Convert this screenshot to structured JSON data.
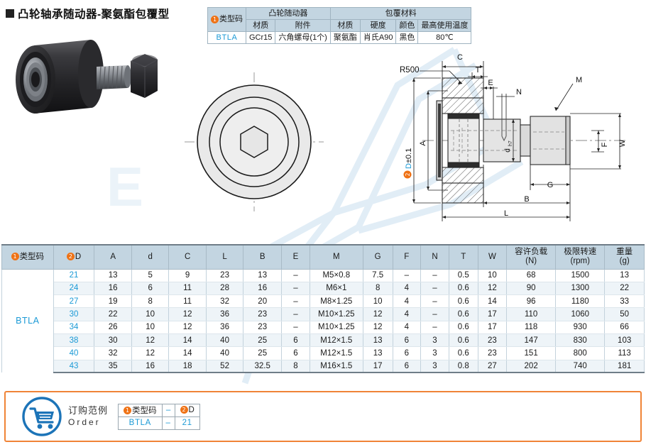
{
  "page": {
    "title": "凸轮轴承随动器-聚氨酯包覆型",
    "accent_orange": "#ef7215",
    "accent_blue": "#1b9ad6",
    "header_bg": "#c3d5e1",
    "order_border": "#f08437"
  },
  "top_table": {
    "col_type_code": "类型码",
    "group_follower": "凸轮随动器",
    "group_cover": "包覆材料",
    "sub_headers": [
      "材质",
      "附件",
      "材质",
      "硬度",
      "颜色",
      "最高使用温度"
    ],
    "row": {
      "type_code": "BTLA",
      "follower_material": "GCr15",
      "follower_accessory": "六角螺母(1个)",
      "cover_material": "聚氨酯",
      "cover_hardness": "肖氏A90",
      "cover_color": "黑色",
      "cover_max_temp": "80℃"
    }
  },
  "drawing": {
    "front_view_name": "front-view-circles",
    "section_view_name": "cross-section",
    "labels": {
      "radius": "R500",
      "diameter_tolerance": "D±0.1",
      "A": "A",
      "C": "C",
      "T": "T",
      "E": "E",
      "N": "N",
      "M": "M",
      "F": "F",
      "W": "W",
      "G": "G",
      "B": "B",
      "L": "L",
      "bore": "dh7"
    }
  },
  "main_table": {
    "headers": [
      "类型码",
      "D",
      "A",
      "d",
      "C",
      "L",
      "B",
      "E",
      "M",
      "G",
      "F",
      "N",
      "T",
      "W",
      "容许负载\n(N)",
      "极限转速\n(rpm)",
      "重量\n(g)"
    ],
    "header_multiline": [
      {
        "line1": "容许负载",
        "line2": "(N)"
      },
      {
        "line1": "极限转速",
        "line2": "(rpm)"
      },
      {
        "line1": "重量",
        "line2": "(g)"
      }
    ],
    "type_code": "BTLA",
    "rows": [
      {
        "D": "21",
        "A": "13",
        "d": "5",
        "C": "9",
        "L": "23",
        "B": "13",
        "E": "–",
        "M": "M5×0.8",
        "G": "7.5",
        "F": "–",
        "N": "–",
        "T": "0.5",
        "W": "10",
        "load": "68",
        "speed": "1500",
        "weight": "13"
      },
      {
        "D": "24",
        "A": "16",
        "d": "6",
        "C": "11",
        "L": "28",
        "B": "16",
        "E": "–",
        "M": "M6×1",
        "G": "8",
        "F": "4",
        "N": "–",
        "T": "0.6",
        "W": "12",
        "load": "90",
        "speed": "1300",
        "weight": "22"
      },
      {
        "D": "27",
        "A": "19",
        "d": "8",
        "C": "11",
        "L": "32",
        "B": "20",
        "E": "–",
        "M": "M8×1.25",
        "G": "10",
        "F": "4",
        "N": "–",
        "T": "0.6",
        "W": "14",
        "load": "96",
        "speed": "1180",
        "weight": "33"
      },
      {
        "D": "30",
        "A": "22",
        "d": "10",
        "C": "12",
        "L": "36",
        "B": "23",
        "E": "–",
        "M": "M10×1.25",
        "G": "12",
        "F": "4",
        "N": "–",
        "T": "0.6",
        "W": "17",
        "load": "110",
        "speed": "1060",
        "weight": "50"
      },
      {
        "D": "34",
        "A": "26",
        "d": "10",
        "C": "12",
        "L": "36",
        "B": "23",
        "E": "–",
        "M": "M10×1.25",
        "G": "12",
        "F": "4",
        "N": "–",
        "T": "0.6",
        "W": "17",
        "load": "118",
        "speed": "930",
        "weight": "66"
      },
      {
        "D": "38",
        "A": "30",
        "d": "12",
        "C": "14",
        "L": "40",
        "B": "25",
        "E": "6",
        "M": "M12×1.5",
        "G": "13",
        "F": "6",
        "N": "3",
        "T": "0.6",
        "W": "23",
        "load": "147",
        "speed": "830",
        "weight": "103"
      },
      {
        "D": "40",
        "A": "32",
        "d": "12",
        "C": "14",
        "L": "40",
        "B": "25",
        "E": "6",
        "M": "M12×1.5",
        "G": "13",
        "F": "6",
        "N": "3",
        "T": "0.6",
        "W": "23",
        "load": "151",
        "speed": "800",
        "weight": "113"
      },
      {
        "D": "43",
        "A": "35",
        "d": "16",
        "C": "18",
        "L": "52",
        "B": "32.5",
        "E": "8",
        "M": "M16×1.5",
        "G": "17",
        "F": "6",
        "N": "3",
        "T": "0.8",
        "W": "27",
        "load": "202",
        "speed": "740",
        "weight": "181"
      }
    ]
  },
  "order": {
    "label_cn": "订购范例",
    "label_en": "Order",
    "icon": "shopping-cart-icon",
    "headers": {
      "type_code": "类型码",
      "dash": "–",
      "d": "D"
    },
    "values": {
      "type_code": "BTLA",
      "dash": "–",
      "d": "21"
    }
  }
}
